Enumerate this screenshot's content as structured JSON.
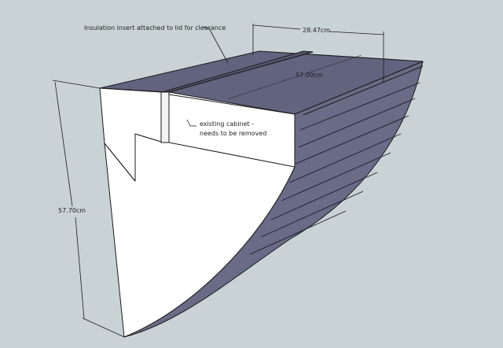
{
  "annotations": {
    "insulation_note": "Insulation insert attached to lid for clearance",
    "cabinet_note_line1": "existing cabinet -",
    "cabinet_note_line2": "needs to be removed"
  },
  "dimensions": {
    "width_top": "28.47cm",
    "depth": "57.00cm",
    "height": "57.70cm"
  },
  "colors": {
    "background": "#c9d3d6",
    "curved_face": "#6a6b86",
    "top_face": "#62637e",
    "front_face": "#ffffff"
  }
}
